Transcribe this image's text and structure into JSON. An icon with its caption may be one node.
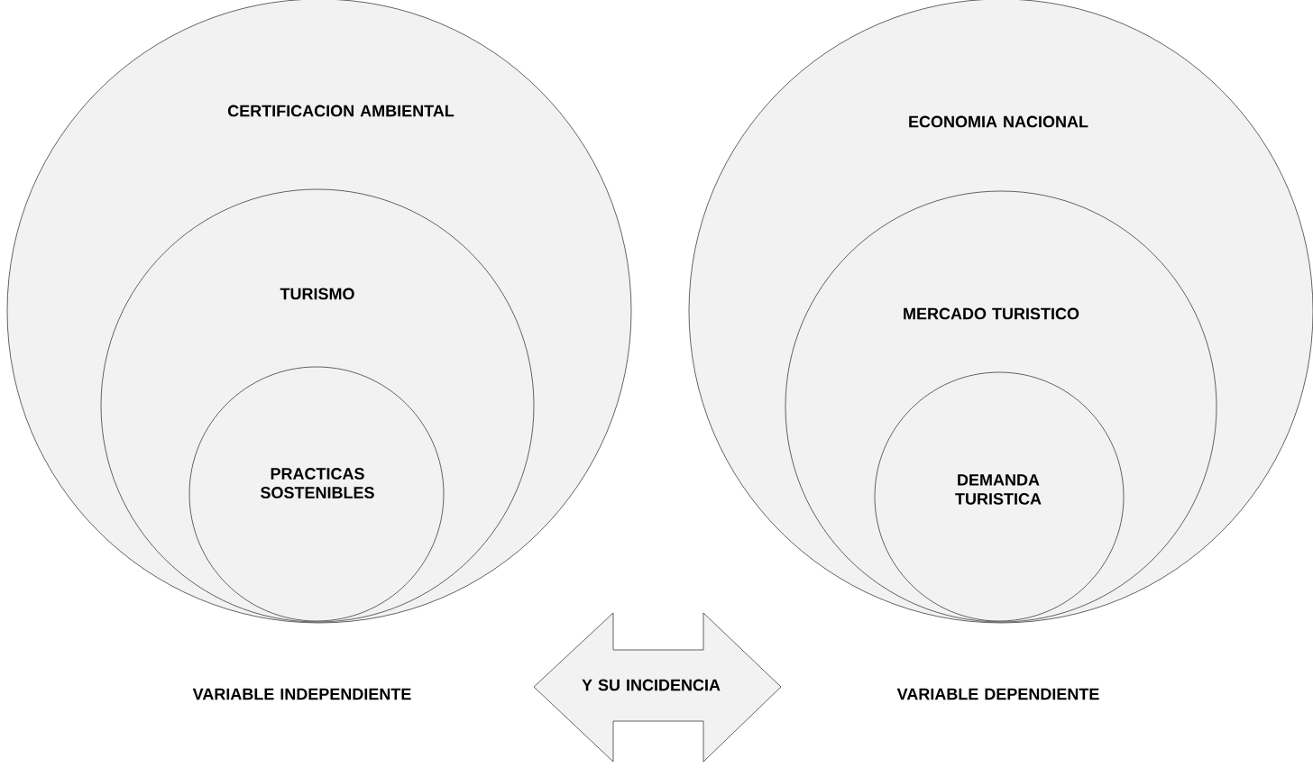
{
  "diagram": {
    "nodes": [
      {
        "text": [
          "CERTIFICACION AMBIENTAL"
        ]
      },
      {
        "text": [
          "TURISMO"
        ],
        "in": 0
      },
      {
        "text": [
          "PRACTICAS SOSTENIBLES"
        ],
        "in": 1
      },
      {
        "text": [
          "ECONOMIA NACIONAL"
        ]
      },
      {
        "text": [
          "MERCADO TURISTICO"
        ],
        "in": 3
      },
      {
        "text": [
          "DEMANDA TURISTICA"
        ],
        "in": 4
      },
      {
        "text": [
          "Y SU INCIDENCIA"
        ]
      }
    ],
    "labels": [
      "VARIABLE INDEPENDIENTE",
      "VARIABLE DEPENDIENTE"
    ]
  }
}
